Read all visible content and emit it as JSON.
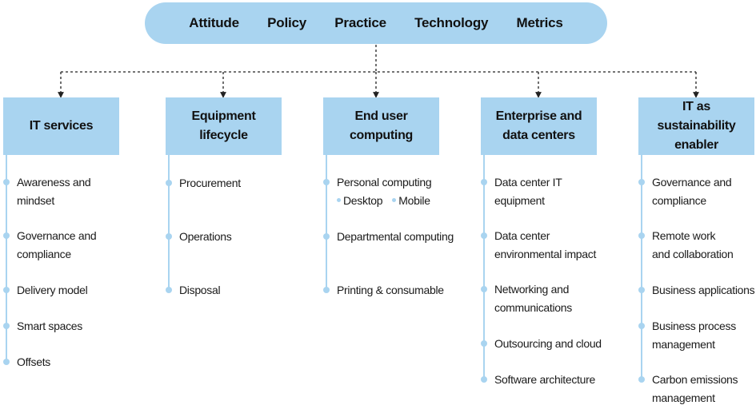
{
  "header": {
    "items": [
      "Attitude",
      "Policy",
      "Practice",
      "Technology",
      "Metrics"
    ]
  },
  "columns": [
    {
      "title_lines": [
        "IT services"
      ],
      "items": [
        {
          "lines": [
            "Awareness and",
            "mindset"
          ]
        },
        {
          "lines": [
            "Governance and",
            "compliance"
          ]
        },
        {
          "lines": [
            "Delivery model"
          ]
        },
        {
          "lines": [
            "Smart spaces"
          ]
        },
        {
          "lines": [
            "Offsets"
          ]
        }
      ]
    },
    {
      "title_lines": [
        "Equipment",
        "lifecycle"
      ],
      "items": [
        {
          "lines": [
            "Procurement"
          ]
        },
        {
          "lines": [
            "Operations"
          ]
        },
        {
          "lines": [
            "Disposal"
          ]
        }
      ]
    },
    {
      "title_lines": [
        "End user",
        "computing"
      ],
      "items": [
        {
          "lines": [
            "Personal computing"
          ],
          "subitems": [
            "Desktop",
            "Mobile"
          ]
        },
        {
          "lines": [
            "Departmental computing"
          ]
        },
        {
          "lines": [
            "Printing & consumable"
          ]
        }
      ]
    },
    {
      "title_lines": [
        "Enterprise and",
        "data centers"
      ],
      "items": [
        {
          "lines": [
            "Data center IT",
            "equipment"
          ]
        },
        {
          "lines": [
            "Data center",
            "environmental impact"
          ]
        },
        {
          "lines": [
            "Networking and",
            "communications"
          ]
        },
        {
          "lines": [
            "Outsourcing and cloud"
          ]
        },
        {
          "lines": [
            "Software architecture"
          ]
        }
      ]
    },
    {
      "title_lines": [
        "IT as sustainability",
        "enabler"
      ],
      "items": [
        {
          "lines": [
            "Governance and",
            "compliance"
          ]
        },
        {
          "lines": [
            "Remote work",
            "and collaboration"
          ]
        },
        {
          "lines": [
            "Business applications"
          ]
        },
        {
          "lines": [
            "Business process",
            "management"
          ]
        },
        {
          "lines": [
            "Carbon emissions",
            "management"
          ]
        }
      ]
    }
  ],
  "colors": {
    "box_fill": "#a9d4f0",
    "connector": "#222222",
    "text": "#1a1a1a"
  },
  "icons": {
    "bullet": "circle-bullet-icon",
    "connector_arrow": "arrow-down-icon"
  }
}
